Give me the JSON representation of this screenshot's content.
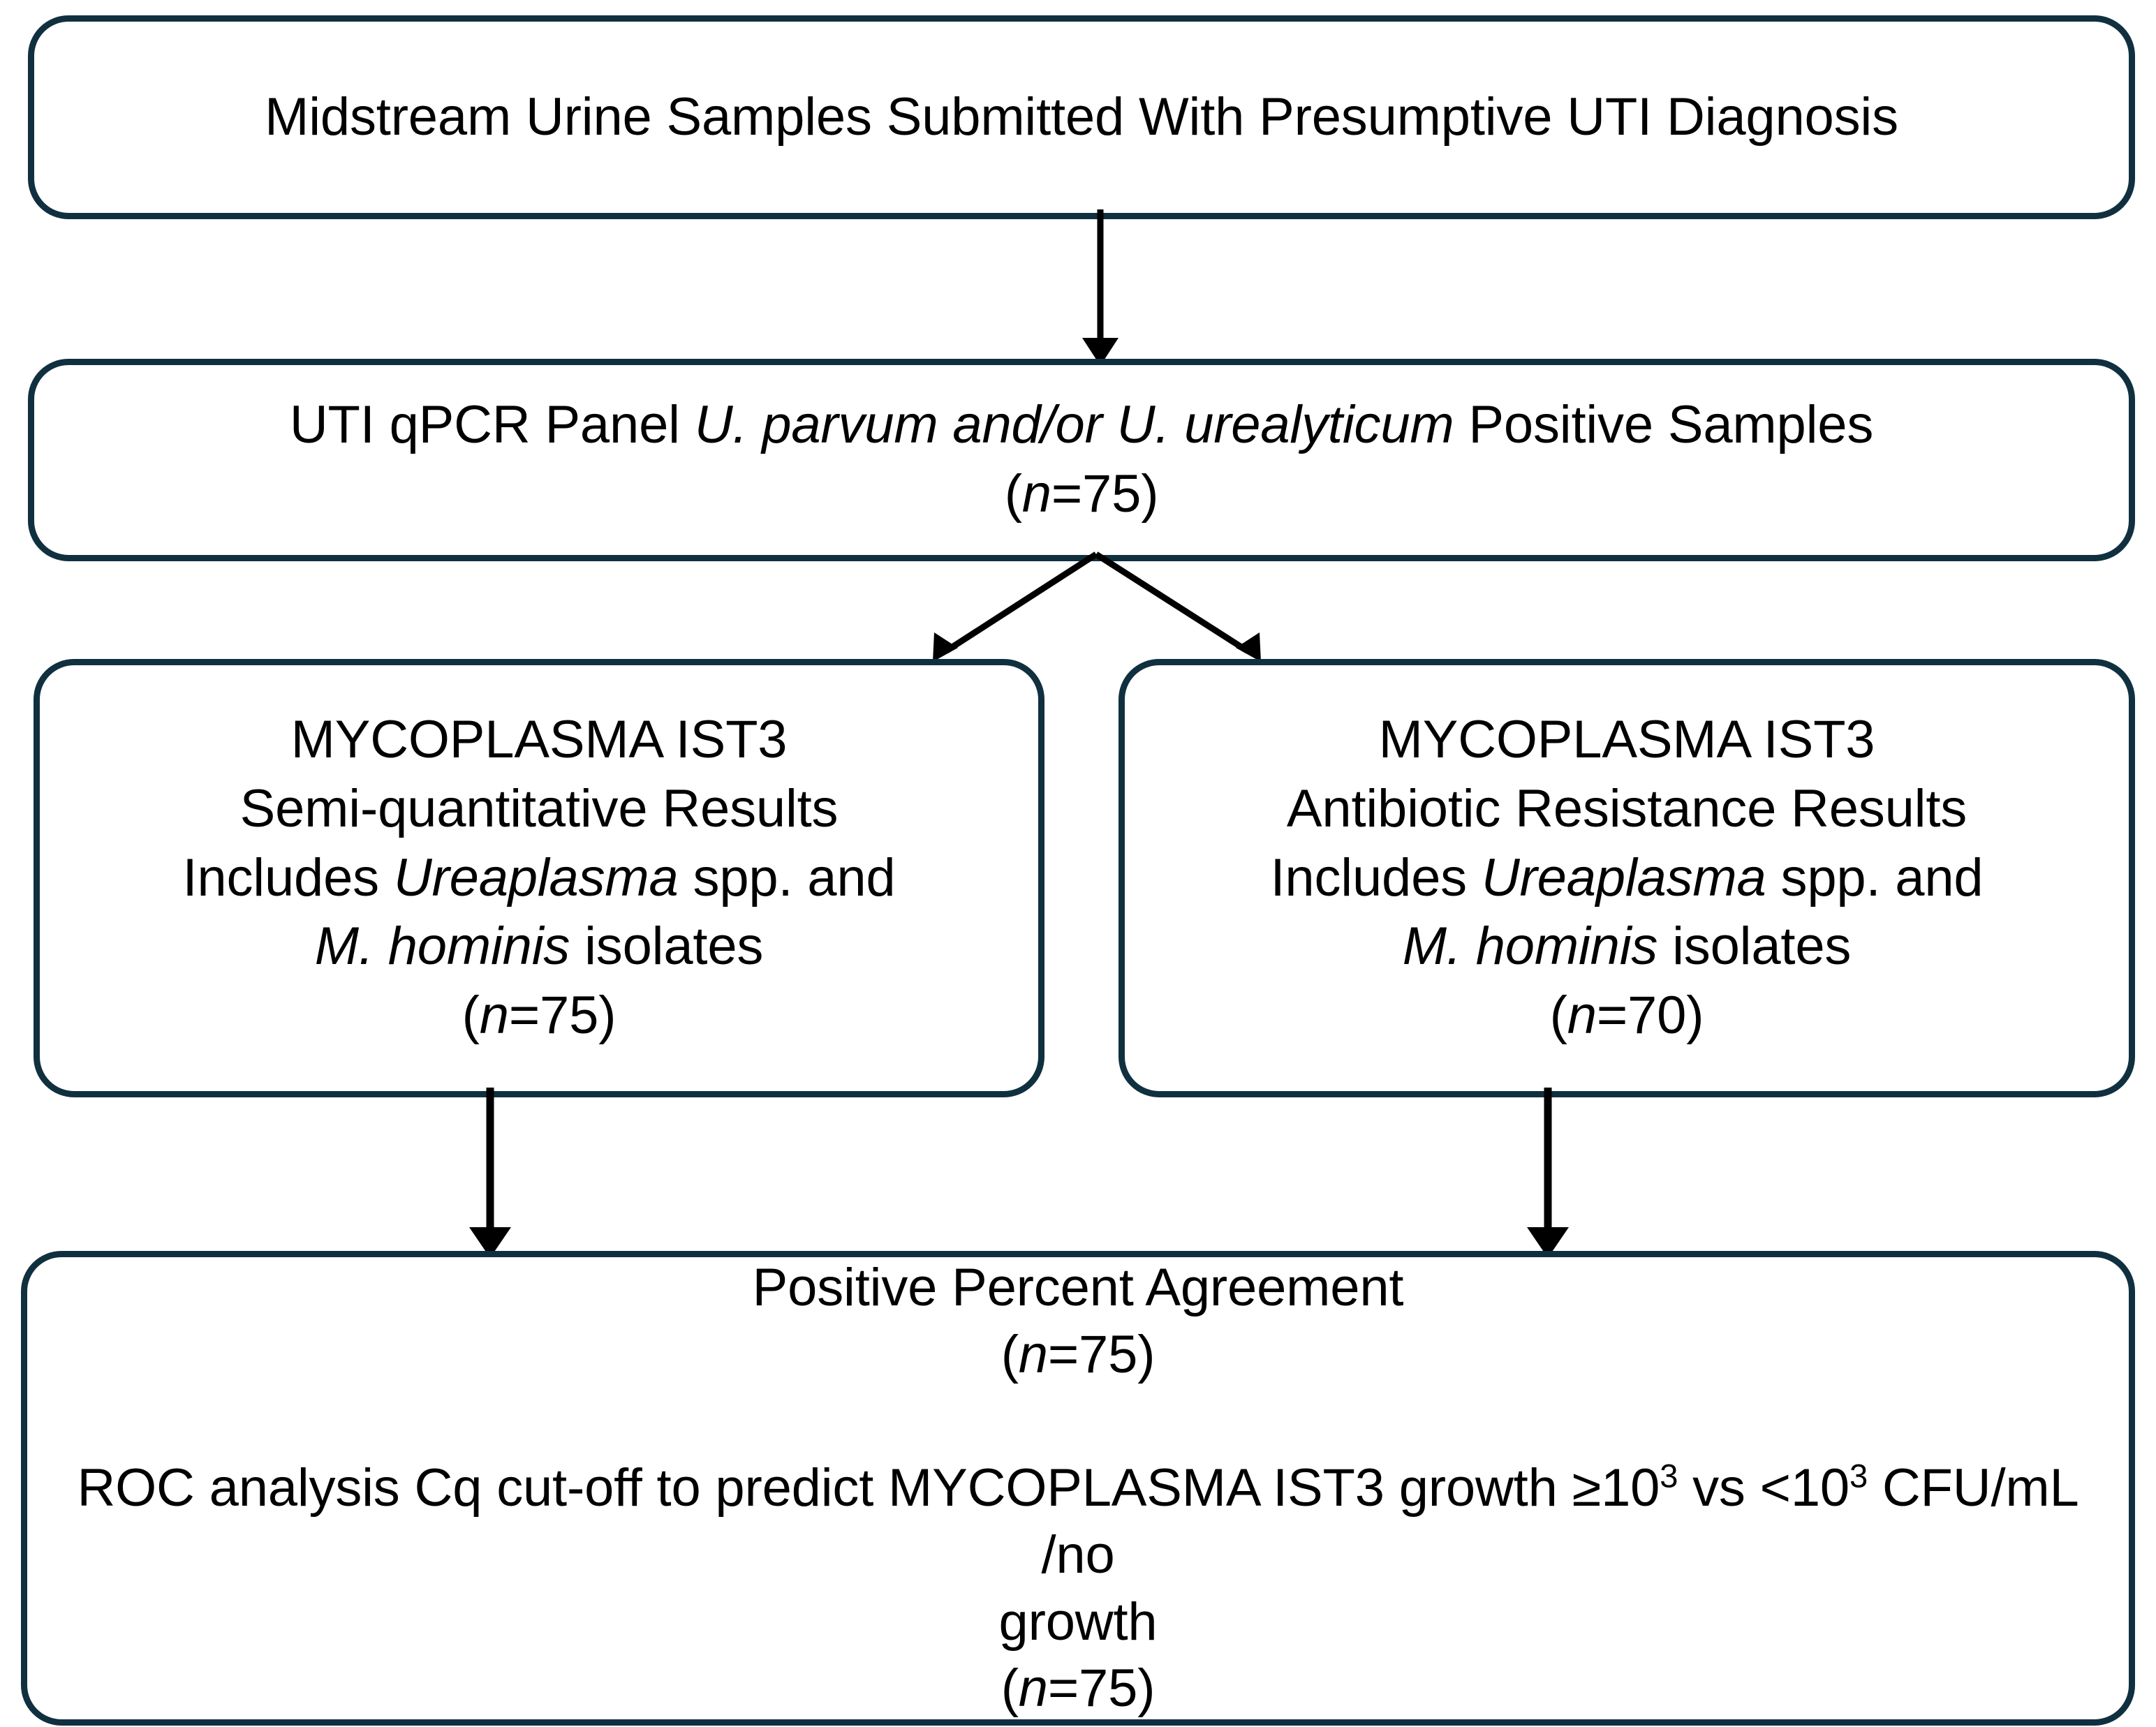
{
  "diagram": {
    "type": "flowchart",
    "orientation": "top-to-bottom",
    "border_color": "#10303f",
    "text_color": "#000000",
    "background_color": "#ffffff",
    "nodes": [
      {
        "id": "top",
        "label": "Midstream Urine Samples Submitted With Presumptive UTI Diagnosis",
        "lines": [
          "Midstream Urine Samples Submitted With Presumptive UTI Diagnosis"
        ]
      },
      {
        "id": "qpcr",
        "label": "UTI qPCR Panel U. parvum and/or U. urealyticum Positive Samples (n=75)",
        "line1_plain": "UTI qPCR Panel ",
        "line1_italic": "U. parvum and/or U. urealyticum",
        "line1_tail": " Positive Samples",
        "count_label": "n",
        "count_value": "=75",
        "n": 75
      },
      {
        "id": "semi-quantitative",
        "label": "MYCOPLASMA IST3 Semi-quantitative Results Includes Ureaplasma spp. and M. hominis isolates (n=75)",
        "line1": "MYCOPLASMA IST3",
        "line2": "Semi-quantitative Results",
        "line3_pre": "Includes ",
        "line3_italic": "Ureaplasma",
        "line3_post": " spp. and",
        "line4_italic": "M. hominis",
        "line4_post": " isolates",
        "count_label": "n",
        "count_value": "=75",
        "n": 75
      },
      {
        "id": "antibiotic-resistance",
        "label": "MYCOPLASMA IST3 Antibiotic Resistance Results Includes Ureaplasma spp. and M. hominis isolates (n=70)",
        "line1": "MYCOPLASMA IST3",
        "line2": "Antibiotic Resistance Results",
        "line3_pre": "Includes ",
        "line3_italic": "Ureaplasma",
        "line3_post": " spp. and",
        "line4_italic": "M. hominis",
        "line4_post": " isolates",
        "count_label": "n",
        "count_value": "=70",
        "n": 70
      },
      {
        "id": "bottom",
        "label": "Positive Percent Agreement (n=75) ROC analysis Cq cut-off to predict MYCOPLASMA IST3 growth ≥10³ vs <10³ CFU/mL /no growth (n=75)",
        "line1": "Positive Percent Agreement",
        "count1_label": "n",
        "count1_value": "=75",
        "roc_pre": "ROC analysis Cq cut-off to predict MYCOPLASMA IST3 growth ≥10",
        "roc_sup1": "3",
        "roc_mid": " vs <10",
        "roc_sup2": "3",
        "roc_post": " CFU/mL /no",
        "roc_line2": "growth",
        "count2_label": "n",
        "count2_value": "=75",
        "n": 75
      }
    ],
    "edges": [
      {
        "id": "top-to-qpcr",
        "from": "top",
        "to": "qpcr",
        "style": "straight-arrow-down"
      },
      {
        "id": "qpcr-to-semi",
        "from": "qpcr",
        "to": "semi-quantitative",
        "style": "diagonal-arrow-down-left"
      },
      {
        "id": "qpcr-to-abr",
        "from": "qpcr",
        "to": "antibiotic-resistance",
        "style": "diagonal-arrow-down-right"
      },
      {
        "id": "semi-to-bottom",
        "from": "semi-quantitative",
        "to": "bottom",
        "style": "straight-arrow-down"
      },
      {
        "id": "abr-to-bottom",
        "from": "antibiotic-resistance",
        "to": "bottom",
        "style": "straight-arrow-down"
      }
    ]
  }
}
